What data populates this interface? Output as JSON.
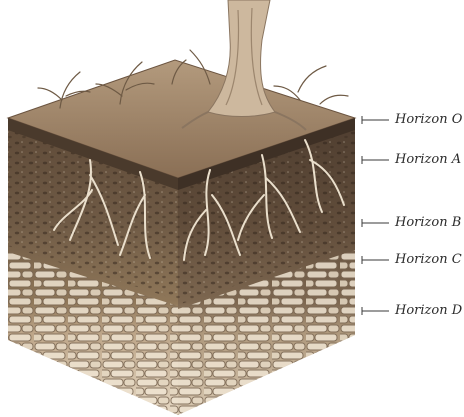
{
  "figure": {
    "subject": "soil block with tree",
    "colors": {
      "organic_top": "#9c8163",
      "horizon_a": "#6f5a45",
      "horizon_b": "#8c7457",
      "horizon_c": "#bfa98c",
      "horizon_d": "#e9dcc8",
      "stone_outline": "#6b5a48",
      "root": "#e8dcc8",
      "tree": "#c9b49a"
    }
  },
  "labels": [
    {
      "id": "horizon-o",
      "text": "Horizon O"
    },
    {
      "id": "horizon-a",
      "text": "Horizon A"
    },
    {
      "id": "horizon-b",
      "text": "Horizon B"
    },
    {
      "id": "horizon-c",
      "text": "Horizon C"
    },
    {
      "id": "horizon-d",
      "text": "Horizon D"
    }
  ]
}
